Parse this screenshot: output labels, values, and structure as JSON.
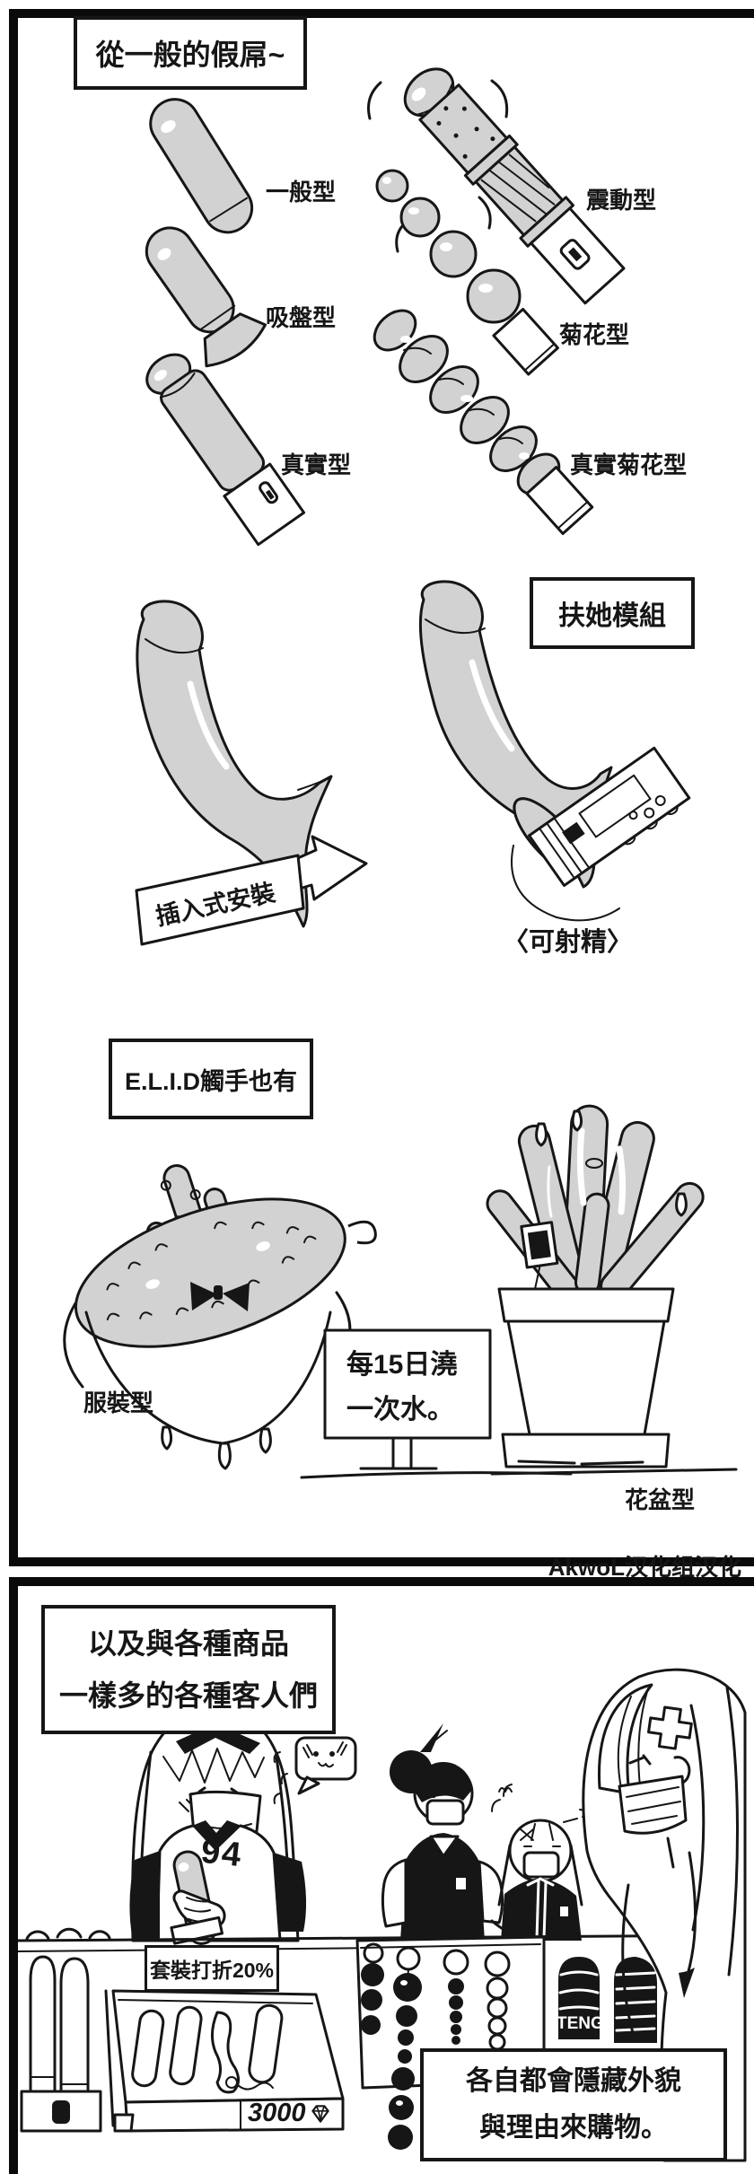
{
  "colors": {
    "ink": "#161616",
    "toy_gray": "#d2d2d2",
    "paper": "#ffffff"
  },
  "credit": "AkwoL汉化组汉化",
  "panel1": {
    "title": "從一般的假屌~",
    "labels": {
      "normal": "一般型",
      "suction": "吸盤型",
      "realistic": "真實型",
      "vibration": "震動型",
      "chrysanthemum": "菊花型",
      "realistic_chrysanthemum": "真實菊花型",
      "clothing": "服裝型",
      "flower_pot": "花盆型"
    },
    "futa_module_title": "扶她模組",
    "insert_install_banner": "插入式安裝",
    "can_ejaculate": "〈可射精〉",
    "elid_title": "E.L.I.D觸手也有",
    "watering_sign": {
      "line1": "每15日澆",
      "line2": "一次水。"
    }
  },
  "panel2": {
    "title": {
      "line1": "以及與各種商品",
      "line2": "一樣多的各種客人們"
    },
    "jersey_number": "94",
    "discount_sign": "套裝打折20%",
    "price": "3000",
    "tenga_label": "TENG",
    "caption": {
      "line1": "各自都會隱藏外貌",
      "line2": "與理由來購物。"
    }
  }
}
